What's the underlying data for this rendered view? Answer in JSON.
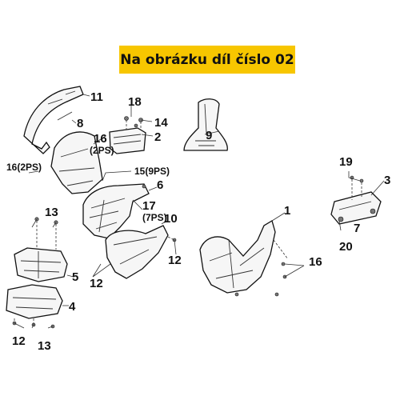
{
  "banner": {
    "text": "Na obrázku díl číslo 02"
  },
  "callouts": {
    "c1": "1",
    "c2": "2",
    "c3": "3",
    "c4": "4",
    "c5": "5",
    "c6": "6",
    "c7a": "7",
    "c8": "8",
    "c9": "9",
    "c10": "10",
    "c11": "11",
    "c12a": "12",
    "c12b": "12",
    "c12c": "12",
    "c13a": "13",
    "c13b": "13",
    "c14": "14",
    "c15": "15(9PS)",
    "c16a": "16",
    "c16a_qty": "(2PS)",
    "c16b": "16(2PS)",
    "c16c": "16",
    "c17": "17",
    "c17_qty": "(7PS)",
    "c18": "18",
    "c19": "19",
    "c20": "20"
  },
  "colors": {
    "banner_bg": "#f7c600",
    "line": "#111111",
    "part_fill": "#f6f6f6"
  }
}
